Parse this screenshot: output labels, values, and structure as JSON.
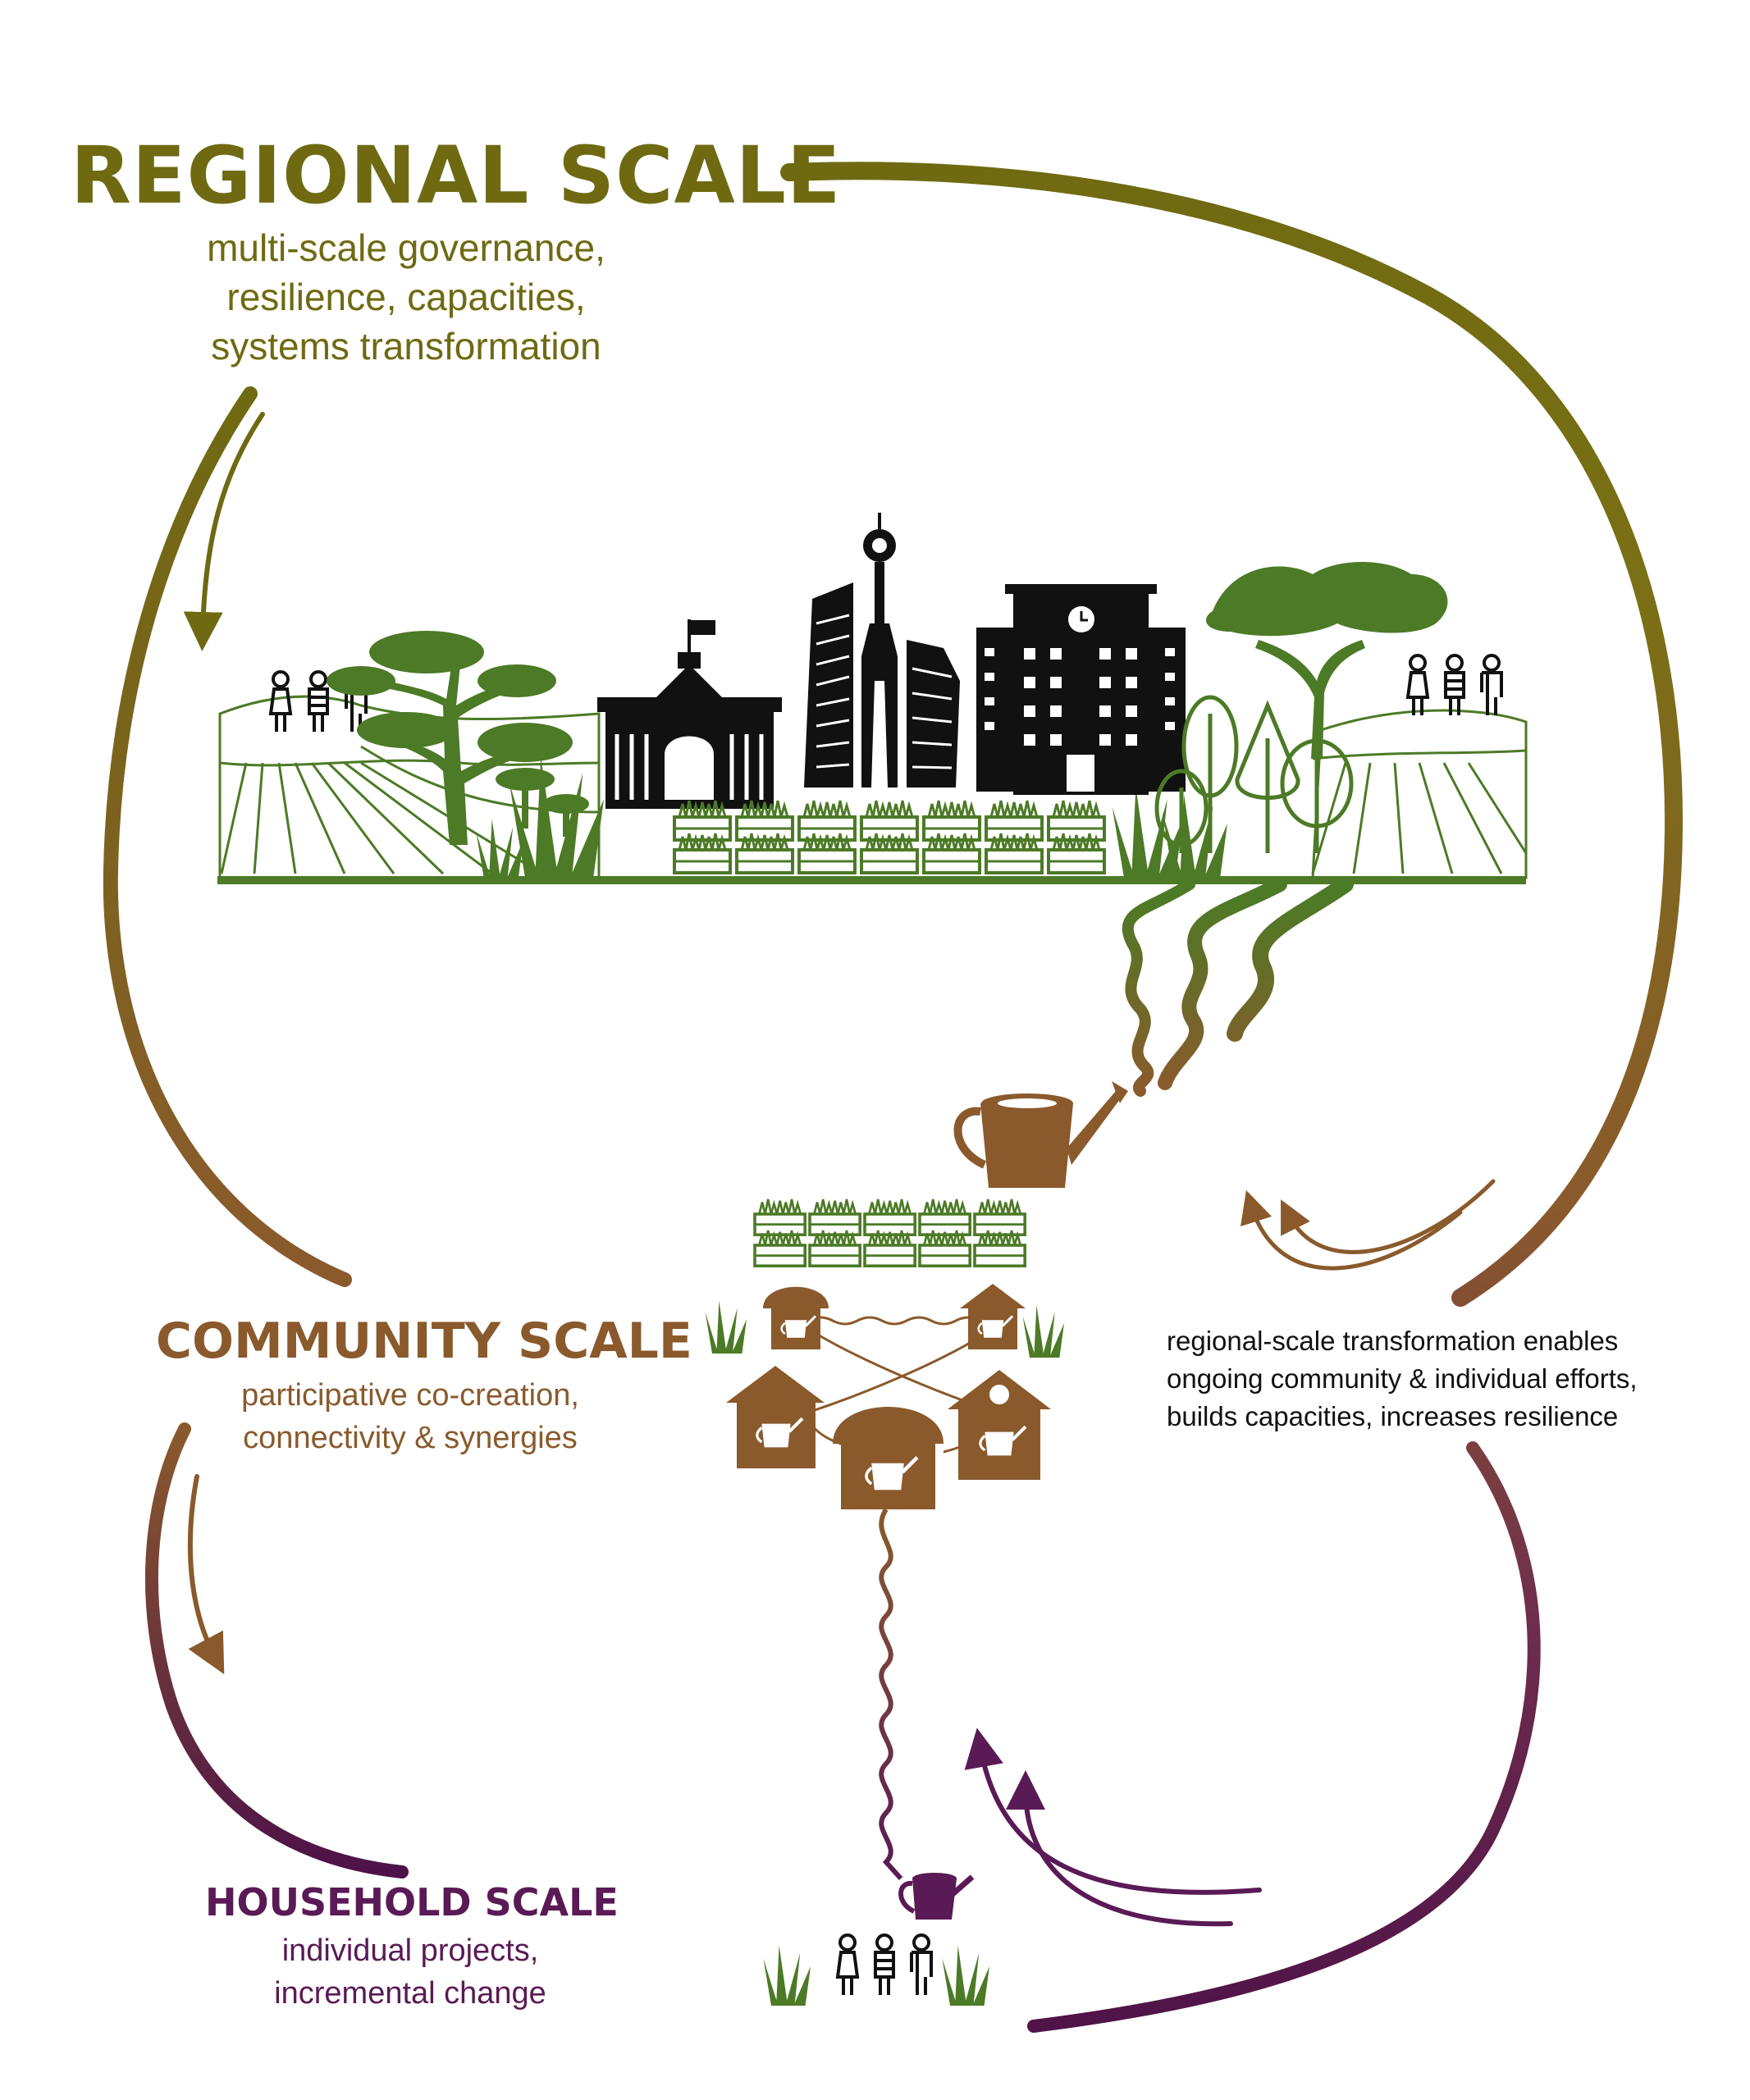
{
  "regional": {
    "title": "REGIONAL SCALE",
    "lines": [
      "multi-scale governance,",
      "resilience, capacities,",
      "systems transformation"
    ]
  },
  "community": {
    "title": "COMMUNITY SCALE",
    "lines": [
      "participative co-creation,",
      "connectivity & synergies"
    ]
  },
  "household": {
    "title": "HOUSEHOLD SCALE",
    "lines": [
      "individual projects,",
      "incremental change"
    ]
  },
  "note": {
    "lines": [
      "regional-scale transformation enables",
      "ongoing community & individual efforts,",
      "builds capacities, increases resilience"
    ]
  },
  "colors": {
    "regional": "#6f6a12",
    "community": "#8a5a2c",
    "household": "#5a1a55",
    "vegetation": "#4c7a26",
    "buildings": "#111111"
  },
  "icons": [
    "person-icon",
    "tree-icon",
    "watering-can-icon",
    "house-icon",
    "crate-icon",
    "grass-icon",
    "flag-icon",
    "clock-icon"
  ]
}
